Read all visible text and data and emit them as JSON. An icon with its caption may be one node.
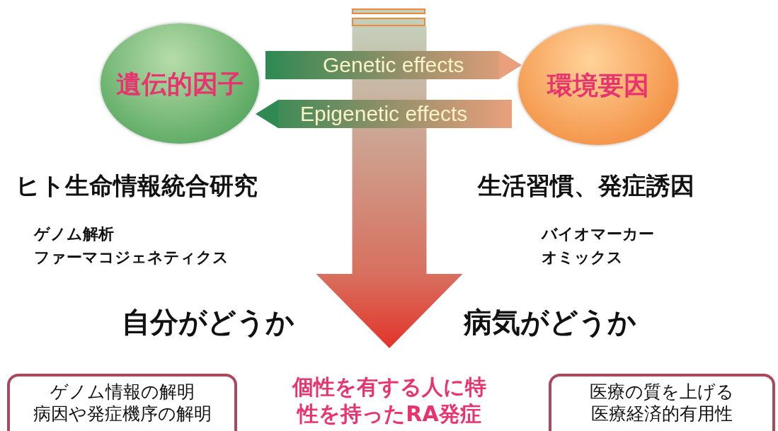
{
  "diagram": {
    "nodes": [
      {
        "text": [],
        "shape": "bar"
      },
      {
        "text": [],
        "shape": "bar"
      },
      {
        "text": [
          "遺伝的因子"
        ]
      },
      {
        "text": [
          "環境要因"
        ]
      },
      {
        "text": [
          "ゲノム情報の解明",
          "病因や発症機序の解明"
        ]
      },
      {
        "text": [
          "個性を有する人に特性を持ったRA発症"
        ]
      },
      {
        "text": [
          "医療の質を上げる",
          "医療経済的有用性"
        ]
      }
    ],
    "edges": [
      {
        "from": 2,
        "to": 3,
        "arrow": "to",
        "label": "Genetic effects"
      },
      {
        "from": 3,
        "to": 2,
        "arrow": "to",
        "label": "Epigenetic effects"
      },
      {
        "from": 1,
        "to": 5,
        "arrow": "to",
        "style": "thick"
      }
    ],
    "labels": [
      "ヒト生命情報統合研究",
      "生活習慣、発症誘因",
      "ゲノム解析",
      "バイオマーカー",
      "ファーマコジェネティクス",
      "オミックス",
      "自分がどうか",
      "病気がどうか"
    ]
  }
}
